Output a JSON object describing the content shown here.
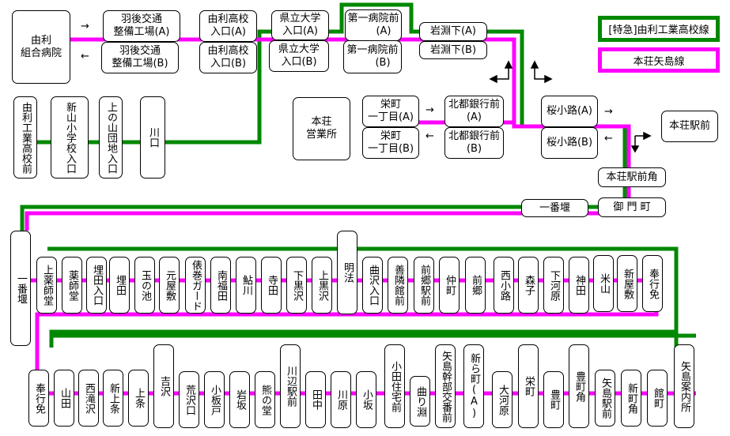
{
  "colors": {
    "express_line": "#008800",
    "yashima_line": "#ff00ff"
  },
  "legend": {
    "express": "[特急]由利工業高校線",
    "yashima": "本荘矢島線"
  },
  "direction_arrows": {
    "right": "→",
    "left": "←"
  },
  "top_area": {
    "stops": [
      "由利\n組合病院",
      "羽後交通\n整備工場(A)",
      "羽後交通\n整備工場(B)",
      "由利高校\n入口(A)",
      "由利高校\n入口(B)",
      "県立大学\n入口(A)",
      "県立大学\n入口(B)",
      "第一病院前\n　　(A)",
      "第一病院前\n　　(B)",
      "岩淵下(A)",
      "岩淵下(B)",
      "本荘\n営業所",
      "栄町\n一丁目(A)",
      "栄町\n一丁目(B)",
      "北都銀行前\n(A)",
      "北都銀行前\n(B)",
      "桜小路(A)",
      "桜小路(B)",
      "本荘駅前",
      "本荘駅前角",
      "御 門 町",
      "一番堰"
    ],
    "express_branch": [
      "由利工業高校前",
      "新山小学校入口",
      "上の山団地入口",
      "川口"
    ]
  },
  "row1": [
    "一番堰",
    "上薬師堂",
    "薬師堂",
    "埋田入口",
    "埋田",
    "玉の池",
    "元屋敷",
    "俵巻ガード",
    "南福田",
    "鮎川",
    "寺田",
    "下黒沢",
    "上黒沢",
    "明法",
    "曲沢入口",
    "善隣館前",
    "前郷駅前",
    "仲町",
    "前郷",
    "西小路",
    "森子",
    "下河原",
    "神田",
    "米山",
    "新屋敷",
    "奉行免"
  ],
  "row2": [
    "奉行免",
    "山田",
    "西滝沢",
    "新上条",
    "上条",
    "吉沢",
    "荒沢口",
    "小板戸",
    "岩坂",
    "熊の堂",
    "川辺駅前",
    "田中",
    "川原",
    "小坂",
    "小田住宅前",
    "曲り淵",
    "矢島幹部交番前",
    "新ら町(A)",
    "大河原",
    "栄町",
    "豊町",
    "豊町角",
    "矢島駅前",
    "新町角",
    "館町",
    "矢島案内所"
  ]
}
